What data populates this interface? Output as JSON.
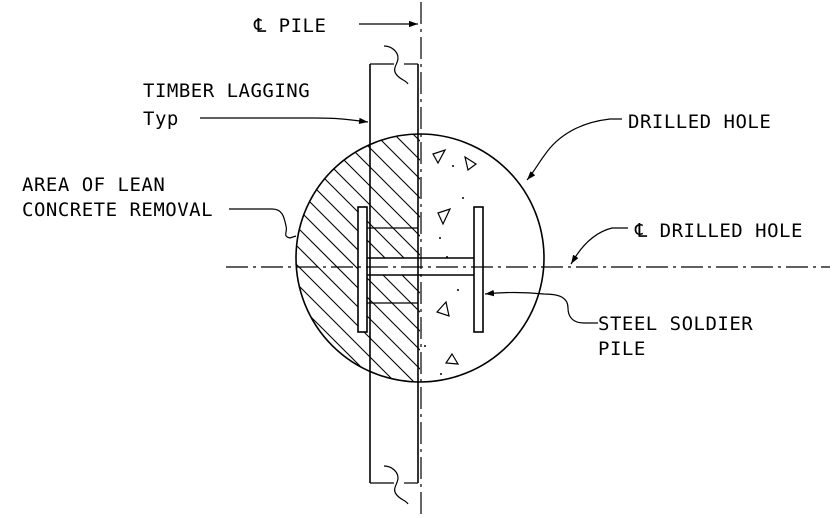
{
  "labels": {
    "cl_pile": "℄ PILE",
    "timber_lagging_line1": "TIMBER LAGGING",
    "timber_lagging_line2": "Typ",
    "drilled_hole": "DRILLED HOLE",
    "area_lean_line1": "AREA OF LEAN",
    "area_lean_line2": "CONCRETE REMOVAL",
    "cl_drilled_hole": "℄ DRILLED HOLE",
    "steel_soldier_line1": "STEEL SOLDIER",
    "steel_soldier_line2": "PILE"
  }
}
